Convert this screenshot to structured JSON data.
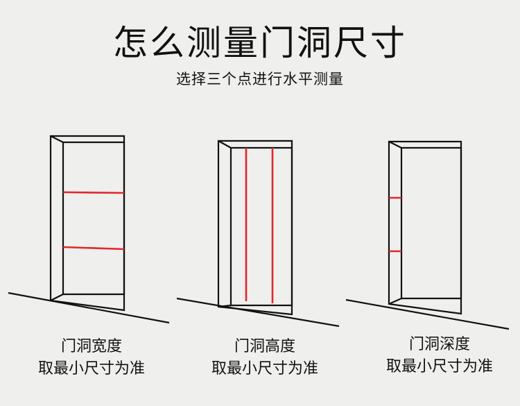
{
  "title": "怎么测量门洞尺寸",
  "subtitle": "选择三个点进行水平测量",
  "colors": {
    "background": "#efefed",
    "line": "#111111",
    "measure": "#e3262b"
  },
  "panels": [
    {
      "label_line1": "门洞宽度",
      "label_line2": "取最小尺寸为准"
    },
    {
      "label_line1": "门洞高度",
      "label_line2": "取最小尺寸为准"
    },
    {
      "label_line1": "门洞深度",
      "label_line2": "取最小尺寸为准"
    }
  ]
}
